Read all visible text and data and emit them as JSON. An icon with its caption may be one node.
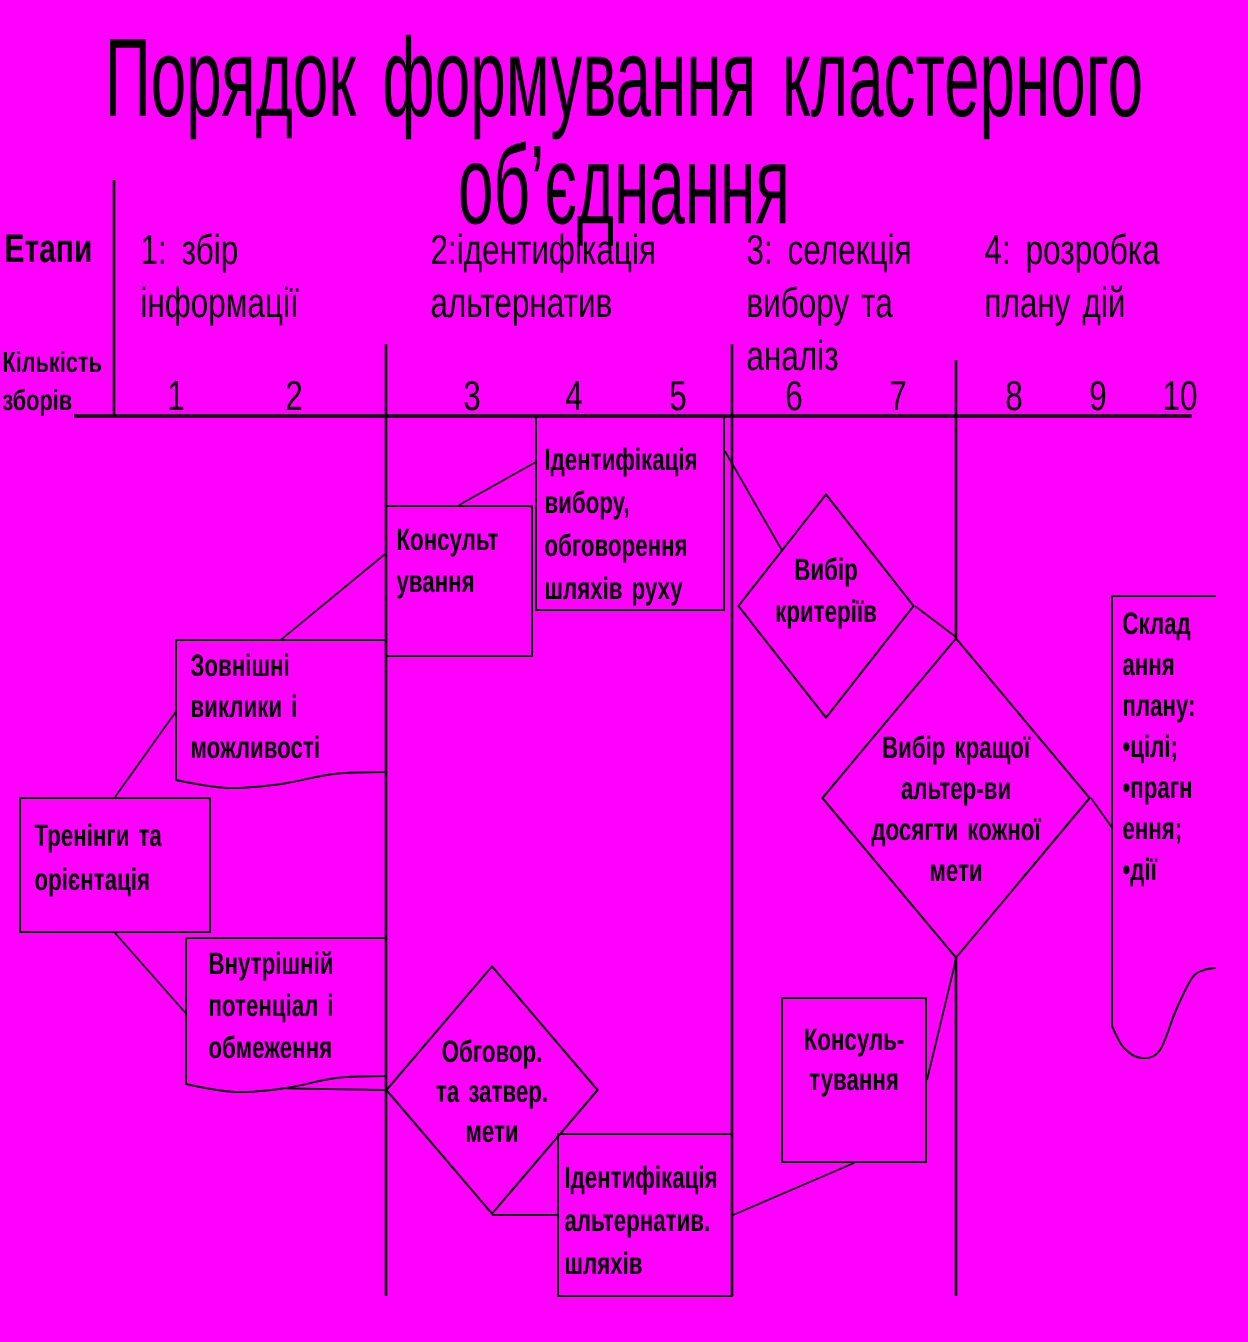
{
  "diagram": {
    "title": "Порядок формування кластерного об’єднання",
    "nodes": [
      {
        "text": [
          "Ідентифікація вибору, обговорення шляхів руху"
        ]
      },
      {
        "text": [
          "Консульт ування"
        ]
      },
      {
        "text": [
          "Вибір критеріїв"
        ]
      },
      {
        "text": [
          "Склад ання плану: •цілі; •прагн ення; •дії"
        ]
      },
      {
        "text": [
          "Зовнішні виклики і можливості"
        ]
      },
      {
        "text": [
          "Вибір кращої альтер-ви досягти кожної мети"
        ]
      },
      {
        "text": [
          "Тренінги та орієнтація"
        ]
      },
      {
        "text": [
          "Внутрішній потенціал і обмеження"
        ]
      },
      {
        "text": [
          "Консуль-тування"
        ]
      },
      {
        "text": [
          "Обговор. та затвер. мети"
        ]
      },
      {
        "text": [
          "Ідентифікація альтернатив. шляхів"
        ]
      }
    ],
    "edges": [
      {
        "from": 6,
        "to": 4,
        "arrow": "none"
      },
      {
        "from": 6,
        "to": 7,
        "arrow": "none"
      },
      {
        "from": 4,
        "to": 1,
        "arrow": "none"
      },
      {
        "from": 1,
        "to": 0,
        "arrow": "none"
      },
      {
        "from": 0,
        "to": 2,
        "arrow": "none"
      },
      {
        "from": 2,
        "to": 5,
        "arrow": "none"
      },
      {
        "from": 5,
        "to": 3,
        "arrow": "none"
      },
      {
        "from": 5,
        "to": 8,
        "arrow": "none"
      },
      {
        "from": 8,
        "to": 10,
        "arrow": "none"
      },
      {
        "from": 10,
        "to": 9,
        "arrow": "none"
      },
      {
        "from": 9,
        "to": 7,
        "arrow": "none"
      }
    ],
    "labels": [
      "Етапи",
      "1: збір інформації",
      "2:ідентифікація альтернатив",
      "3: селекція вибору та аналіз",
      "4: розробка плану дій",
      "Кількість зборів",
      "1",
      "2",
      "3",
      "4",
      "5",
      "6",
      "7",
      "8",
      "9",
      "10"
    ]
  }
}
